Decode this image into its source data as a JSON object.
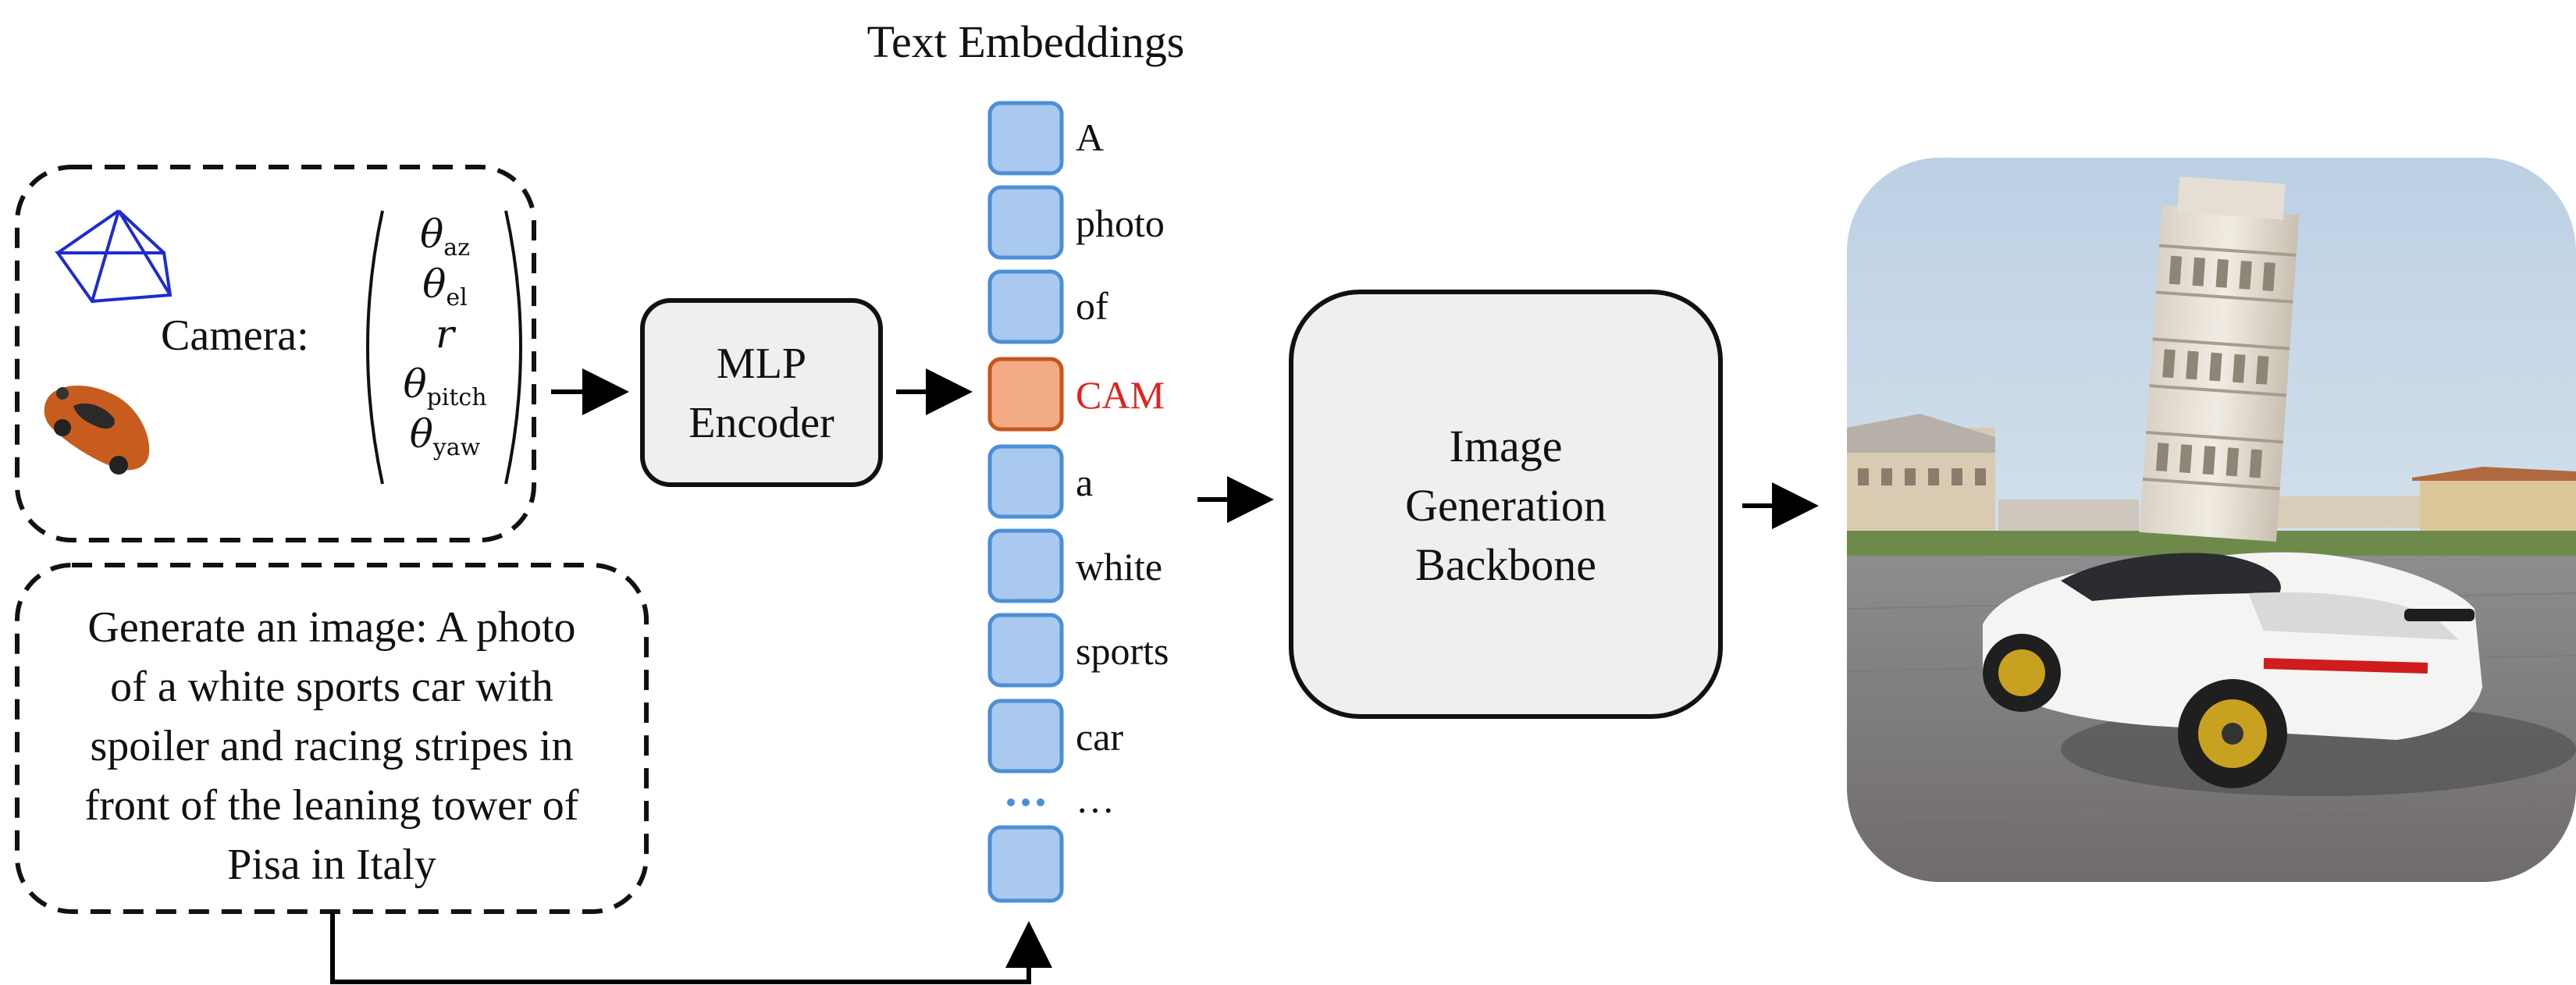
{
  "header": {
    "title": "Text Embeddings"
  },
  "camera": {
    "label": "Camera:",
    "params": [
      {
        "sym": "θ",
        "sub": "az"
      },
      {
        "sym": "θ",
        "sub": "el"
      },
      {
        "sym": "r",
        "sub": ""
      },
      {
        "sym": "θ",
        "sub": "pitch"
      },
      {
        "sym": "θ",
        "sub": "yaw"
      }
    ],
    "icons": [
      "camera-frustum-icon",
      "car-model-icon"
    ]
  },
  "prompt": {
    "lines": [
      "Generate an image: A photo",
      "of a white sports car with",
      "spoiler and racing stripes in",
      "front of the leaning tower of",
      "Pisa in Italy"
    ]
  },
  "encoder": {
    "line1": "MLP",
    "line2": "Encoder"
  },
  "tokens": [
    "A",
    "photo",
    "of",
    "CAM",
    "a",
    "white",
    "sports",
    "car",
    "…",
    ""
  ],
  "backbone": {
    "line1": "Image",
    "line2": "Generation",
    "line3": "Backbone"
  },
  "output_image": {
    "subject": "white sports car in front of the leaning tower of Pisa"
  },
  "colors": {
    "token_fill": "#a9c9ef",
    "token_stroke": "#4a8fd8",
    "cam_fill": "#f2ab85",
    "cam_stroke": "#c8561c",
    "cam_text": "#e0231d",
    "box_fill": "#efefef"
  }
}
